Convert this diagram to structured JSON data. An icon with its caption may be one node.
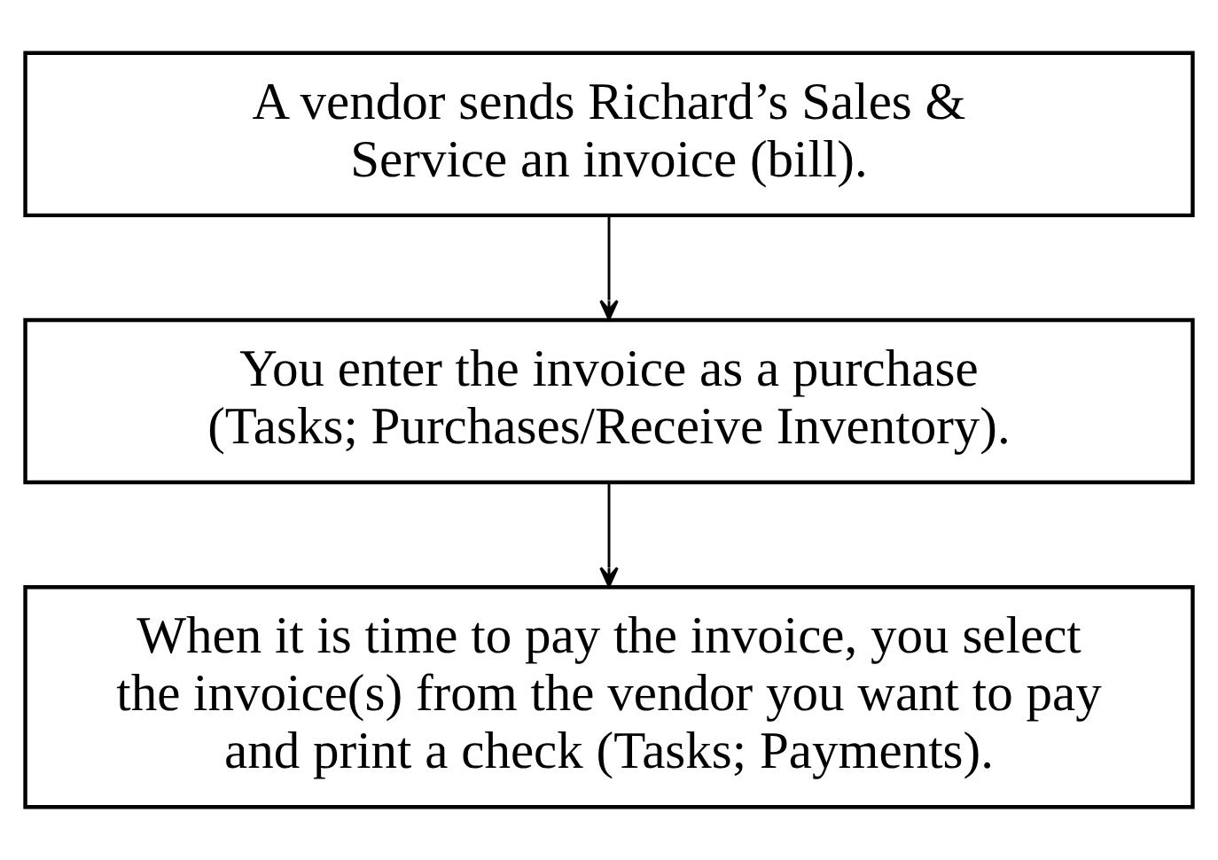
{
  "diagram": {
    "nodes": [
      {
        "text": [
          "A vendor sends Richard’s Sales & Service an invoice (bill)."
        ]
      },
      {
        "text": [
          "You enter the invoice as a purchase (Tasks; Purchases/Receive Inventory)."
        ]
      },
      {
        "text": [
          "When it is time to pay the invoice, you select the invoice(s) from the vendor you want to pay and print a check (Tasks; Payments)."
        ]
      }
    ],
    "edges": [
      {
        "from": 0,
        "to": 1,
        "arrow": "to"
      },
      {
        "from": 1,
        "to": 2,
        "arrow": "to"
      }
    ]
  }
}
